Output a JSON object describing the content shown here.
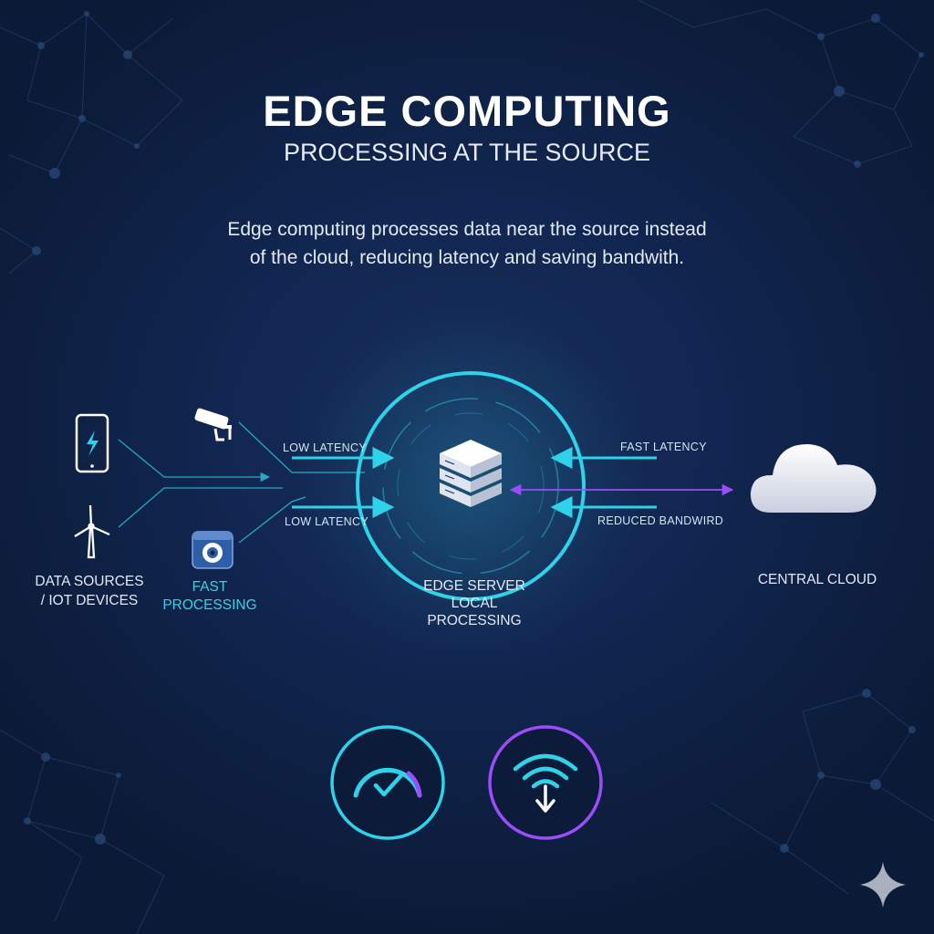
{
  "header": {
    "title": "EDGE COMPUTING",
    "subtitle": "PROCESSING AT THE SOURCE",
    "description_line1": "Edge computing processes data near the source instead",
    "description_line2": "of the cloud, reducing latency and saving bandwith."
  },
  "nodes": {
    "data_sources_line1": "DATA SOURCES",
    "data_sources_line2": "/ IOT DEVICES",
    "fast_processing_line1": "FAST",
    "fast_processing_line2": "PROCESSING",
    "edge_server_line1": "EDGE SERVER",
    "edge_server_line2": "LOCAL",
    "edge_server_line3": "PROCESSING",
    "central_cloud": "CENTRAL CLOUD"
  },
  "connections": {
    "left_top": "LOW LATENCY",
    "left_bottom": "LOW LATENCY",
    "right_top": "FAST LATENCY",
    "right_bottom": "REDUCED BANDWIRD"
  },
  "icons": {
    "phone": "smartphone-icon",
    "camera": "security-camera-icon",
    "turbine": "wind-turbine-icon",
    "device": "camera-device-icon",
    "server": "server-stack-icon",
    "cloud": "cloud-icon",
    "speed": "speedometer-check-icon",
    "bandwidth": "wifi-download-icon",
    "sparkle": "sparkle-icon"
  },
  "colors": {
    "background": "#0d1e3d",
    "cyan": "#2ed3ea",
    "purple": "#9b4dfa",
    "text": "#e9eef8"
  }
}
